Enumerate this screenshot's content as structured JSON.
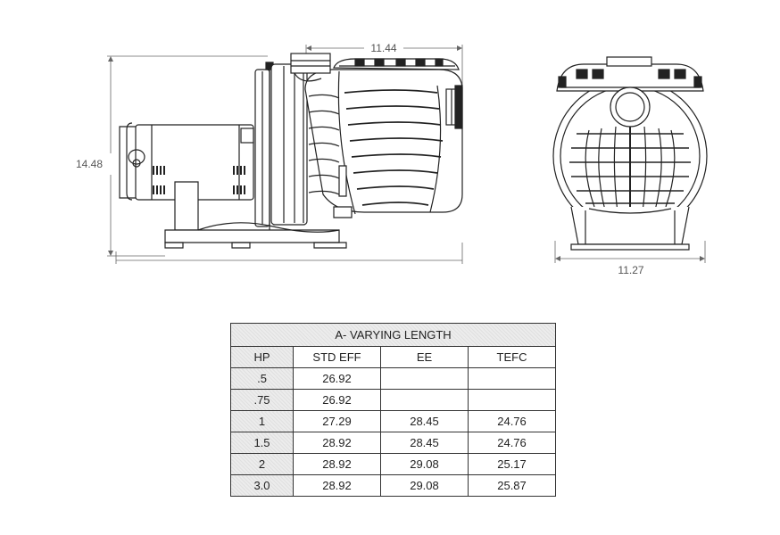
{
  "dimensions": {
    "length": "11.44",
    "height": "14.48",
    "width": "11.27"
  },
  "table": {
    "title": "A- VARYING LENGTH",
    "headers": [
      "HP",
      "STD EFF",
      "EE",
      "TEFC"
    ],
    "rows": [
      [
        ".5",
        "26.92",
        "",
        ""
      ],
      [
        ".75",
        "26.92",
        "",
        ""
      ],
      [
        "1",
        "27.29",
        "28.45",
        "24.76"
      ],
      [
        "1.5",
        "28.92",
        "28.45",
        "24.76"
      ],
      [
        "2",
        "28.92",
        "29.08",
        "25.17"
      ],
      [
        "3.0",
        "28.92",
        "29.08",
        "25.87"
      ]
    ]
  }
}
